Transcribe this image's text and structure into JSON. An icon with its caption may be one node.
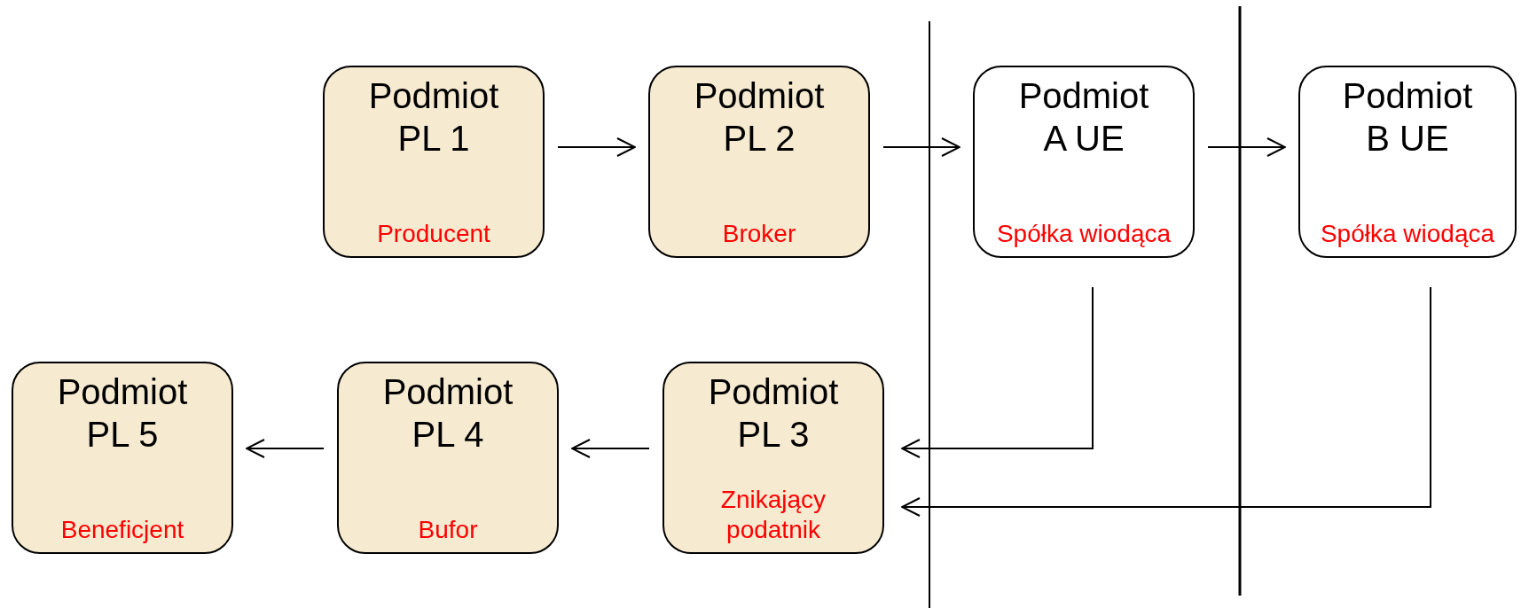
{
  "diagram": {
    "nodes": [
      {
        "text": [
          "Podmiot PL 1",
          "Producent"
        ]
      },
      {
        "text": [
          "Podmiot PL 2",
          "Broker"
        ]
      },
      {
        "text": [
          "Podmiot A UE",
          "Spółka wiodąca"
        ]
      },
      {
        "text": [
          "Podmiot B UE",
          "Spółka wiodąca"
        ]
      },
      {
        "text": [
          "Podmiot PL 5",
          "Beneficjent"
        ]
      },
      {
        "text": [
          "Podmiot PL 4",
          "Bufor"
        ]
      },
      {
        "text": [
          "Podmiot PL 3",
          "Znikający podatnik"
        ]
      }
    ],
    "edges": [
      {
        "from": 0,
        "to": 1,
        "arrow": "to"
      },
      {
        "from": 1,
        "to": 2,
        "arrow": "to"
      },
      {
        "from": 2,
        "to": 3,
        "arrow": "to"
      },
      {
        "from": 2,
        "to": 6,
        "arrow": "to"
      },
      {
        "from": 3,
        "to": 6,
        "arrow": "to"
      },
      {
        "from": 6,
        "to": 5,
        "arrow": "to"
      },
      {
        "from": 5,
        "to": 4,
        "arrow": "to"
      }
    ]
  }
}
